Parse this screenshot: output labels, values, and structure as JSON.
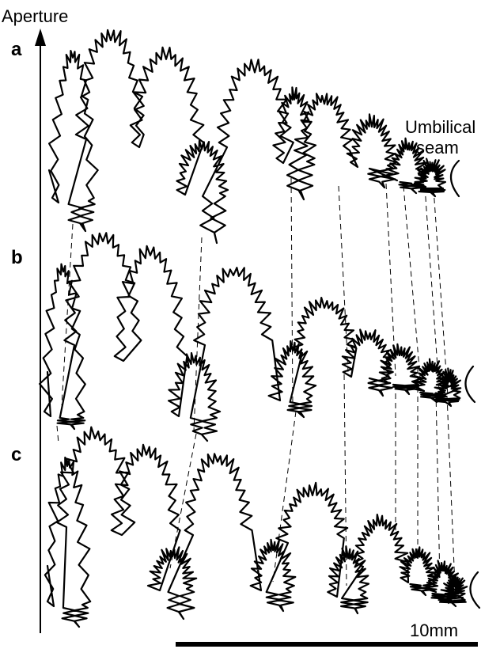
{
  "axis": {
    "label": "Aperture"
  },
  "panels": [
    {
      "id": "a",
      "label": "a"
    },
    {
      "id": "b",
      "label": "b"
    },
    {
      "id": "c",
      "label": "c"
    }
  ],
  "annotation": {
    "line1": "Umbilical",
    "line2": "seam"
  },
  "scale_bar": {
    "label": "10mm"
  }
}
